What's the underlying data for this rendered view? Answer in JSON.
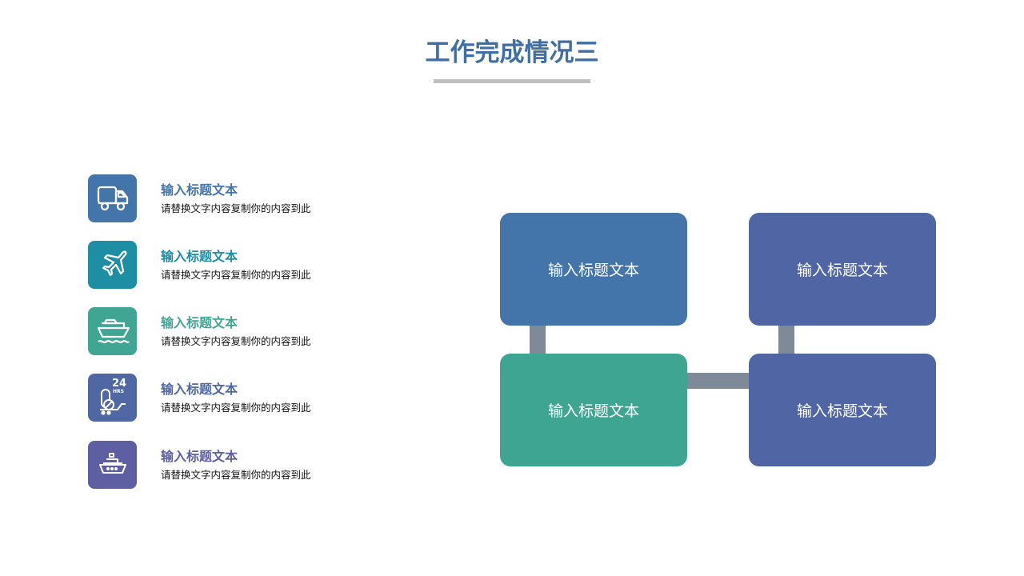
{
  "title": "工作完成情况三",
  "items": [
    {
      "icon": "truck-icon",
      "title": "输入标题文本",
      "desc": "请替换文字内容复制你的内容到此",
      "color": "#4375ab"
    },
    {
      "icon": "airplane-icon",
      "title": "输入标题文本",
      "desc": "请替换文字内容复制你的内容到此",
      "color": "#1e8ea5"
    },
    {
      "icon": "ship-icon",
      "title": "输入标题文本",
      "desc": "请替换文字内容复制你的内容到此",
      "color": "#41a593"
    },
    {
      "icon": "pharmacy-24hrs-icon",
      "title": "输入标题文本",
      "desc": "请替换文字内容复制你的内容到此",
      "color": "#4f67a3",
      "badge": "24",
      "badge_sub": "HRS"
    },
    {
      "icon": "boat-icon",
      "title": "输入标题文本",
      "desc": "请替换文字内容复制你的内容到此",
      "color": "#5e5ea3"
    }
  ],
  "boxes": [
    {
      "label": "输入标题文本",
      "color": "#4374aa"
    },
    {
      "label": "输入标题文本",
      "color": "#5066a4"
    },
    {
      "label": "输入标题文本",
      "color": "#3fa593"
    },
    {
      "label": "输入标题文本",
      "color": "#5066a4"
    }
  ]
}
